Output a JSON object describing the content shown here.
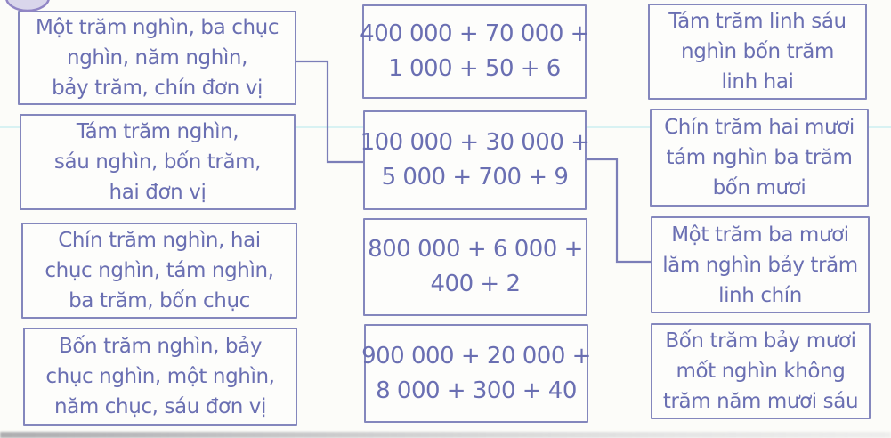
{
  "exercise": {
    "kind": "matching-exercise",
    "columns": {
      "left": {
        "boxes": [
          {
            "lines": [
              "Một trăm nghìn, ba chục",
              "nghìn, năm nghìn,",
              "bảy trăm, chín đơn vị"
            ]
          },
          {
            "lines": [
              "Tám trăm nghìn,",
              "sáu nghìn, bốn trăm,",
              "hai đơn vị"
            ]
          },
          {
            "lines": [
              "Chín trăm nghìn, hai",
              "chục nghìn, tám nghìn,",
              "ba trăm, bốn chục"
            ]
          },
          {
            "lines": [
              "Bốn trăm nghìn, bảy",
              "chục nghìn, một nghìn,",
              "năm chục, sáu đơn vị"
            ]
          }
        ]
      },
      "middle": {
        "boxes": [
          {
            "lines": [
              "400 000 + 70 000 +",
              "1 000 + 50 + 6"
            ]
          },
          {
            "lines": [
              "100 000 + 30 000 +",
              "5 000 + 700 + 9"
            ]
          },
          {
            "lines": [
              "800 000 + 6 000 +",
              "400 + 2"
            ]
          },
          {
            "lines": [
              "900 000 + 20 000 +",
              "8 000 + 300 + 40"
            ]
          }
        ]
      },
      "right": {
        "boxes": [
          {
            "lines": [
              "Tám trăm linh sáu",
              "nghìn bốn trăm",
              "linh hai"
            ]
          },
          {
            "lines": [
              "Chín trăm hai mươi",
              "tám nghìn ba trăm",
              "bốn mươi"
            ]
          },
          {
            "lines": [
              "Một trăm ba mươi",
              "lăm nghìn bảy trăm",
              "linh chín"
            ]
          },
          {
            "lines": [
              "Bốn trăm bảy mươi",
              "mốt nghìn không",
              "trăm năm mươi sáu"
            ]
          }
        ]
      }
    },
    "connections": [
      {
        "from": "left-box-1",
        "to": "middle-box-2"
      },
      {
        "from": "middle-box-2",
        "to": "right-box-3"
      }
    ]
  },
  "colors": {
    "ink": "#6a6fb2",
    "box_border": "#8487bd",
    "connector": "#7b7eb8",
    "background": "#fcfcf9",
    "badge_fill": "#d9d6eb",
    "badge_stroke": "#9186c5"
  }
}
